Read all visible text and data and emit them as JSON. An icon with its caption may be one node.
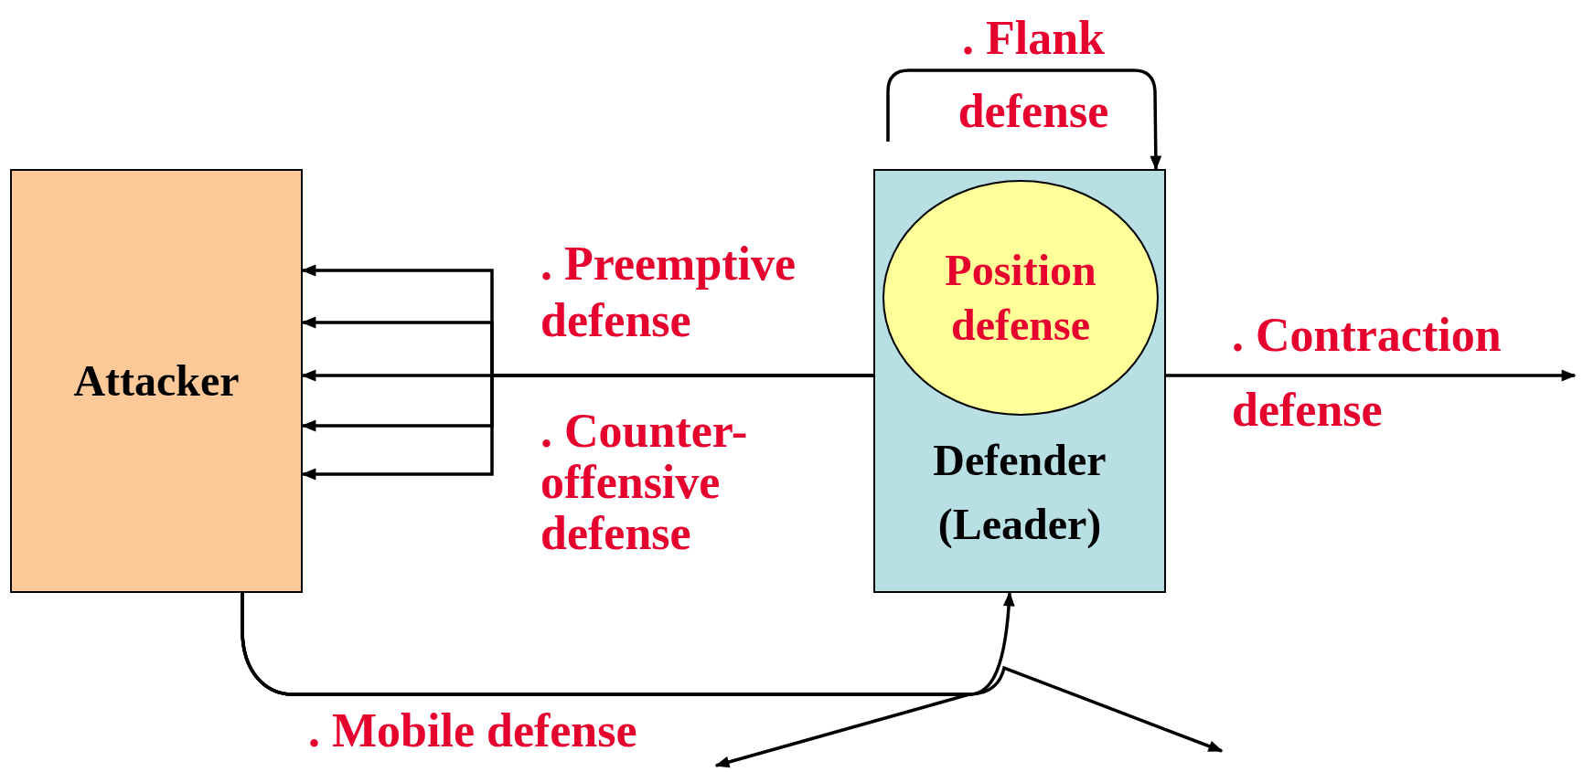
{
  "diagram": {
    "nodes": [
      {
        "text": [
          "Attacker"
        ]
      },
      {
        "text": [
          "Defender (Leader)"
        ]
      },
      {
        "text": [
          "Position defense"
        ],
        "in": 1
      }
    ],
    "edges": [
      {
        "from": null,
        "to": 1,
        "arrow": "to",
        "label": ". Flank defense"
      },
      {
        "from": 1,
        "to": 0,
        "arrow": "to",
        "label": ". Preemptive defense"
      },
      {
        "from": 1,
        "to": 0,
        "arrow": "to"
      },
      {
        "from": 1,
        "to": 0,
        "arrow": "to"
      },
      {
        "from": 1,
        "to": 0,
        "arrow": "to",
        "label": ". Counter- offensive defense"
      },
      {
        "from": 1,
        "to": 0,
        "arrow": "to"
      },
      {
        "from": 1,
        "to": null,
        "arrow": "to",
        "label": ". Contraction defense"
      },
      {
        "from": 0,
        "to": 1,
        "arrow": "to",
        "label": ". Mobile defense"
      },
      {
        "from": 0,
        "to": null,
        "arrow": "to"
      },
      {
        "from": 0,
        "to": null,
        "arrow": "to"
      }
    ]
  }
}
